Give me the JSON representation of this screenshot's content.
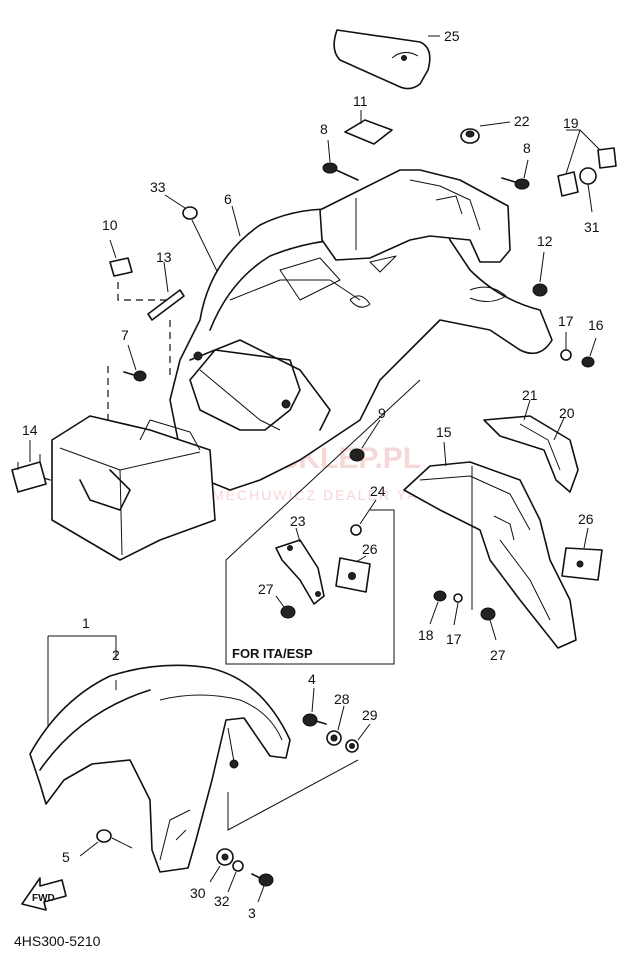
{
  "diagram": {
    "code": "4HS300-5210",
    "inset_label": "FOR ITA/ESP",
    "direction_label": "FWD",
    "watermark": {
      "main": "AMA-SKLEP.PL",
      "sub": "MECHUWICZ DEALER YAMAHA"
    },
    "callouts": [
      "1",
      "2",
      "3",
      "4",
      "5",
      "6",
      "7",
      "8",
      "8",
      "9",
      "10",
      "11",
      "12",
      "13",
      "14",
      "15",
      "16",
      "17",
      "17",
      "18",
      "19",
      "20",
      "21",
      "22",
      "23",
      "24",
      "25",
      "26",
      "26",
      "27",
      "27",
      "28",
      "29",
      "30",
      "31",
      "32",
      "33"
    ]
  }
}
